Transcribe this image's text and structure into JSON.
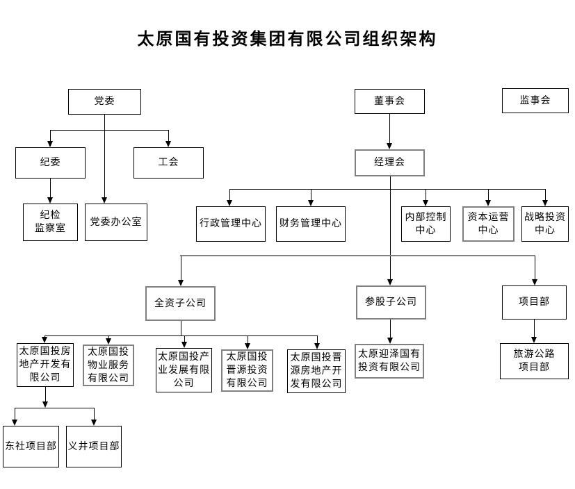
{
  "title": "太原国有投资集团有限公司组织架构",
  "colors": {
    "background": "#ffffff",
    "text": "#000000",
    "box_border": "#000000",
    "highlight_box_border": "#808080",
    "connector": "#000000",
    "branch_connector_gray": "#808080"
  },
  "nodes": {
    "party_committee": "党委",
    "board": "董事会",
    "supervisory_board": "监事会",
    "discipline_committee": "纪委",
    "labor_union": "工会",
    "managers_meeting": "经理会",
    "discipline_inspection_office": "纪检\n监察室",
    "party_committee_office": "党委办公室",
    "admin_center": "行政管理中心",
    "finance_center": "财务管理中心",
    "internal_control_center": "内部控制\n中心",
    "capital_operation_center": "资本运营\n中心",
    "strategic_investment_center": "战略投资\n中心",
    "wholly_owned_subsidiaries": "全资子公司",
    "equity_subsidiaries": "参股子公司",
    "project_department": "项目部",
    "real_estate_co": "太原国投房\n地产开发有\n限公司",
    "property_service_co": "太原国投\n物业服务\n有限公司",
    "industry_development_co": "太原国投产\n业发展有限\n公司",
    "jinyuan_investment_co": "太原国投\n晋源投资\n有限公司",
    "jinyuan_real_estate_co": "太原国投晋\n源房地产开\n发有限公司",
    "yingze_investment_co": "太原迎泽国有\n投资有限公司",
    "tourism_highway_dept": "旅游公路\n项目部",
    "dongshe_dept": "东社项目部",
    "yijing_dept": "义井项目部"
  },
  "edges": [
    [
      "party_committee",
      "discipline_committee"
    ],
    [
      "party_committee",
      "labor_union"
    ],
    [
      "party_committee",
      "party_committee_office"
    ],
    [
      "discipline_committee",
      "discipline_inspection_office"
    ],
    [
      "board",
      "managers_meeting"
    ],
    [
      "managers_meeting",
      "admin_center"
    ],
    [
      "managers_meeting",
      "finance_center"
    ],
    [
      "managers_meeting",
      "internal_control_center"
    ],
    [
      "managers_meeting",
      "capital_operation_center"
    ],
    [
      "managers_meeting",
      "strategic_investment_center"
    ],
    [
      "managers_meeting",
      "wholly_owned_subsidiaries"
    ],
    [
      "managers_meeting",
      "equity_subsidiaries"
    ],
    [
      "managers_meeting",
      "project_department"
    ],
    [
      "wholly_owned_subsidiaries",
      "real_estate_co"
    ],
    [
      "wholly_owned_subsidiaries",
      "property_service_co"
    ],
    [
      "wholly_owned_subsidiaries",
      "industry_development_co"
    ],
    [
      "wholly_owned_subsidiaries",
      "jinyuan_investment_co"
    ],
    [
      "wholly_owned_subsidiaries",
      "jinyuan_real_estate_co"
    ],
    [
      "equity_subsidiaries",
      "yingze_investment_co"
    ],
    [
      "project_department",
      "tourism_highway_dept"
    ],
    [
      "real_estate_co",
      "dongshe_dept"
    ],
    [
      "real_estate_co",
      "yijing_dept"
    ]
  ]
}
